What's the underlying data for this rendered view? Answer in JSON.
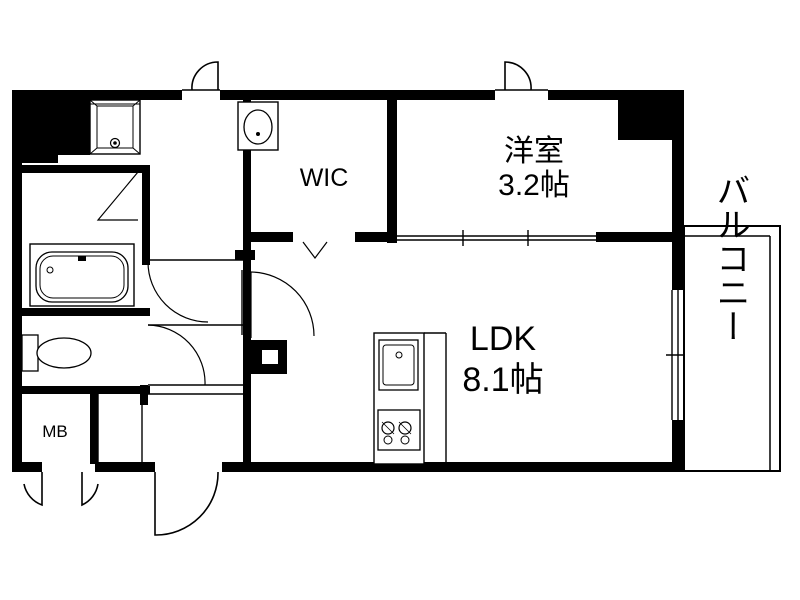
{
  "rooms": {
    "wic": "WIC",
    "western": {
      "name": "洋室",
      "size": "3.2帖"
    },
    "ldk": {
      "name": "LDK",
      "size": "8.1帖"
    },
    "mb": "MB",
    "balcony": "バルコニー"
  }
}
